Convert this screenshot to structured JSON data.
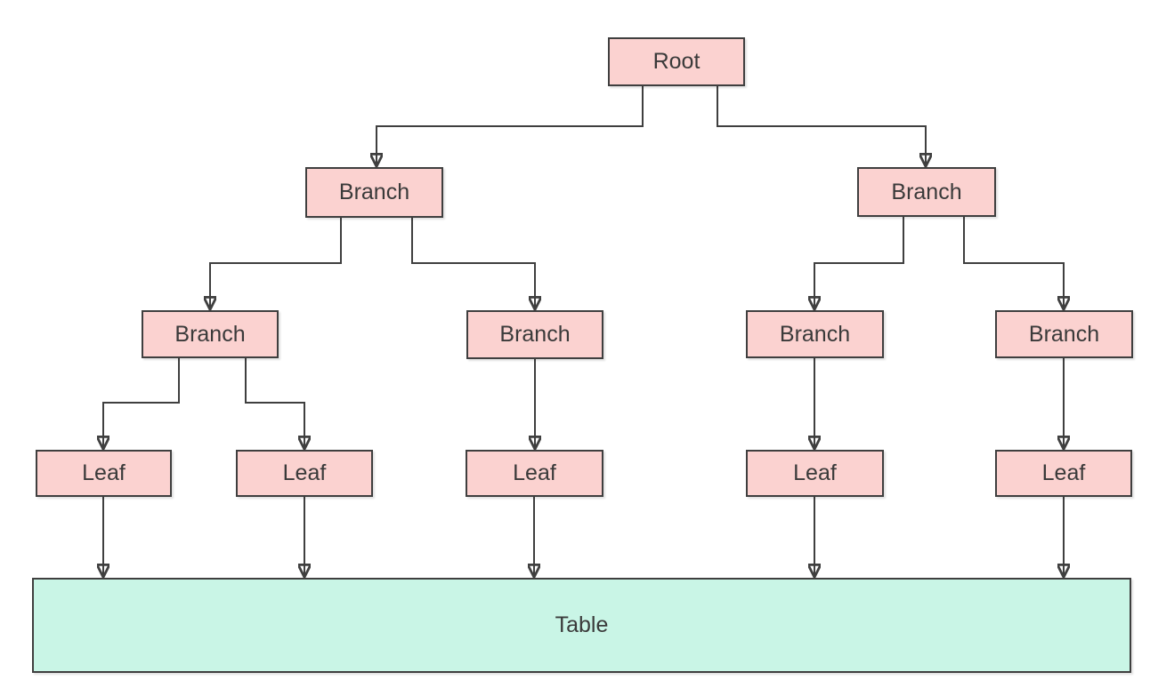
{
  "diagram": {
    "type": "tree",
    "colors": {
      "background": "#ffffff",
      "node_fill": "#fbd2d0",
      "node_stroke": "#3f3f3f",
      "table_fill": "#c9f5e6",
      "connector": "#3f3f3f",
      "text": "#3a3a3a"
    },
    "nodes": [
      {
        "label": "Root",
        "level": 1
      },
      {
        "label": "Branch",
        "level": 2
      },
      {
        "label": "Branch",
        "level": 2
      },
      {
        "label": "Branch",
        "level": 3
      },
      {
        "label": "Branch",
        "level": 3
      },
      {
        "label": "Branch",
        "level": 3
      },
      {
        "label": "Branch",
        "level": 3
      },
      {
        "label": "Leaf",
        "level": 4
      },
      {
        "label": "Leaf",
        "level": 4
      },
      {
        "label": "Leaf",
        "level": 4
      },
      {
        "label": "Leaf",
        "level": 4
      },
      {
        "label": "Leaf",
        "level": 4
      }
    ],
    "table": {
      "label": "Table"
    },
    "edges": [
      {
        "from": "Root",
        "to": "Branch-2-1"
      },
      {
        "from": "Root",
        "to": "Branch-2-2"
      },
      {
        "from": "Branch-2-1",
        "to": "Branch-3-1"
      },
      {
        "from": "Branch-2-1",
        "to": "Branch-3-2"
      },
      {
        "from": "Branch-2-2",
        "to": "Branch-3-3"
      },
      {
        "from": "Branch-2-2",
        "to": "Branch-3-4"
      },
      {
        "from": "Branch-3-1",
        "to": "Leaf-1"
      },
      {
        "from": "Branch-3-1",
        "to": "Leaf-2"
      },
      {
        "from": "Branch-3-2",
        "to": "Leaf-3"
      },
      {
        "from": "Branch-3-3",
        "to": "Leaf-4"
      },
      {
        "from": "Branch-3-4",
        "to": "Leaf-5"
      },
      {
        "from": "Leaf-1",
        "to": "Table"
      },
      {
        "from": "Leaf-2",
        "to": "Table"
      },
      {
        "from": "Leaf-3",
        "to": "Table"
      },
      {
        "from": "Leaf-4",
        "to": "Table"
      },
      {
        "from": "Leaf-5",
        "to": "Table"
      }
    ]
  }
}
